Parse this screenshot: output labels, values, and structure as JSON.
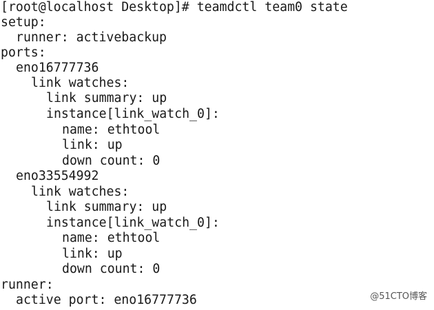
{
  "terminal": {
    "command_prompt": "[root@localhost Desktop]# teamdctl team0 state",
    "setup_header": "setup:",
    "setup_runner": "runner: activebackup",
    "ports_header": "ports:",
    "ports": [
      {
        "name": "eno16777736",
        "link_watches_header": "link watches:",
        "link_summary": "link summary: up",
        "instance": "instance[link_watch_0]:",
        "watch_name": "name: ethtool",
        "link": "link: up",
        "down_count": "down count: 0"
      },
      {
        "name": "eno33554992",
        "link_watches_header": "link watches:",
        "link_summary": "link summary: up",
        "instance": "instance[link_watch_0]:",
        "watch_name": "name: ethtool",
        "link": "link: up",
        "down_count": "down count: 0"
      }
    ],
    "runner_header": "runner:",
    "active_port": "active port: eno16777736"
  },
  "watermark": "@51CTO博客"
}
